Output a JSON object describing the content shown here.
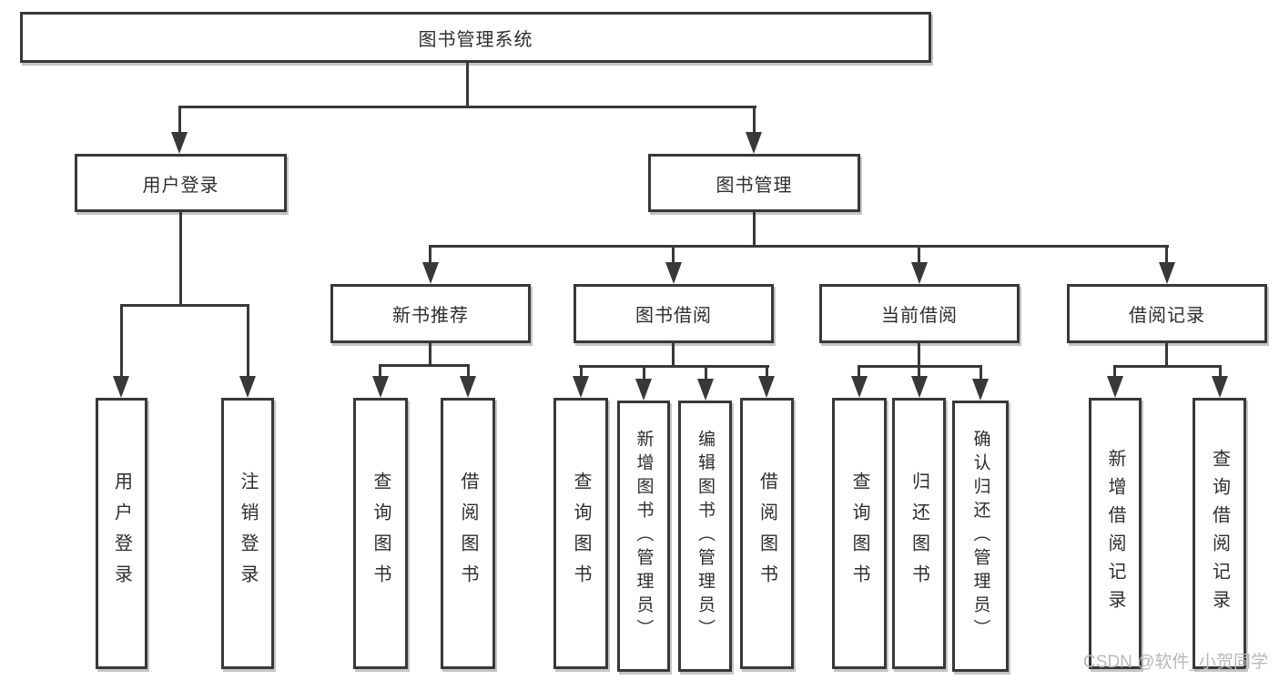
{
  "diagram": {
    "root": {
      "label": "图书管理系统"
    },
    "level2": [
      {
        "label": "用户登录"
      },
      {
        "label": "图书管理"
      }
    ],
    "level3": [
      {
        "label": "新书推荐"
      },
      {
        "label": "图书借阅"
      },
      {
        "label": "当前借阅"
      },
      {
        "label": "借阅记录"
      }
    ],
    "leaves": [
      {
        "parent": "用户登录",
        "label": "用户登录"
      },
      {
        "parent": "用户登录",
        "label": "注销登录"
      },
      {
        "parent": "新书推荐",
        "label": "查询图书"
      },
      {
        "parent": "新书推荐",
        "label": "借阅图书"
      },
      {
        "parent": "图书借阅",
        "label": "查询图书"
      },
      {
        "parent": "图书借阅",
        "label": "新增图书（管理员）"
      },
      {
        "parent": "图书借阅",
        "label": "编辑图书（管理员）"
      },
      {
        "parent": "图书借阅",
        "label": "借阅图书"
      },
      {
        "parent": "当前借阅",
        "label": "查询图书"
      },
      {
        "parent": "当前借阅",
        "label": "归还图书"
      },
      {
        "parent": "当前借阅",
        "label": "确认归还（管理员）"
      },
      {
        "parent": "借阅记录",
        "label": "新增借阅记录"
      },
      {
        "parent": "借阅记录",
        "label": "查询借阅记录"
      }
    ],
    "colors": {
      "line": "#383838",
      "box_border": "#383838",
      "text": "#2e2e2e",
      "background": "#ffffff",
      "watermark": "#b8b8b8"
    }
  },
  "watermark": {
    "text": "CSDN @软件_小贺同学"
  }
}
